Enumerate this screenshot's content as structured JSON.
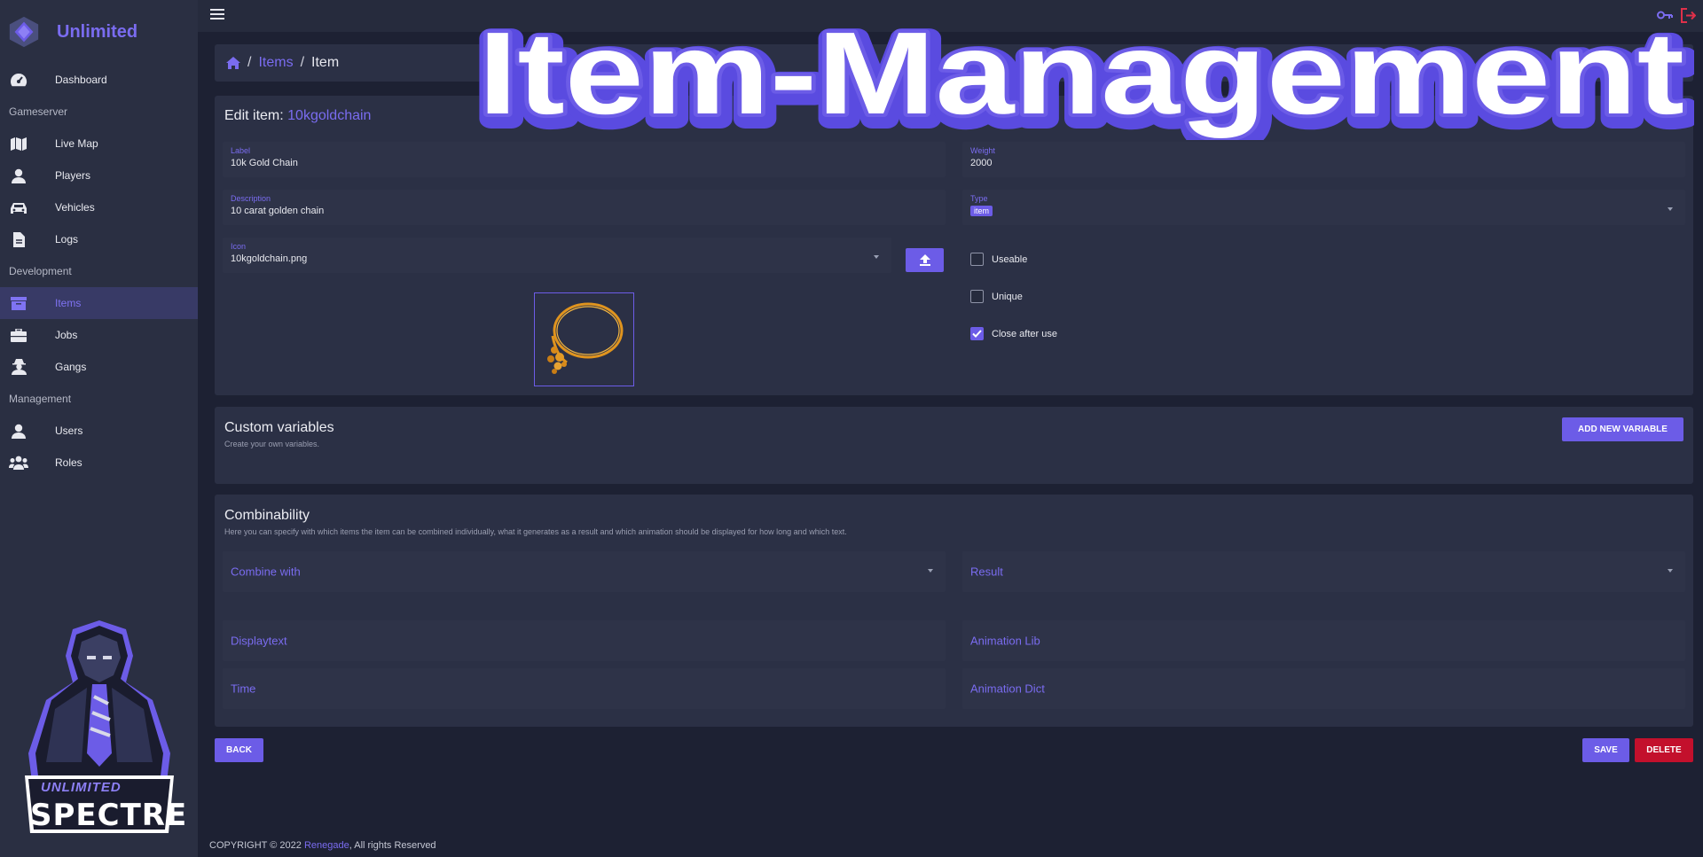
{
  "brand": {
    "name": "Unlimited"
  },
  "sidebar": {
    "items": [
      {
        "type": "link",
        "label": "Dashboard",
        "icon": "dashboard-gauge-icon"
      },
      {
        "type": "section",
        "label": "Gameserver"
      },
      {
        "type": "link",
        "label": "Live Map",
        "icon": "map-icon"
      },
      {
        "type": "link",
        "label": "Players",
        "icon": "user-icon"
      },
      {
        "type": "link",
        "label": "Vehicles",
        "icon": "car-icon"
      },
      {
        "type": "link",
        "label": "Logs",
        "icon": "file-icon"
      },
      {
        "type": "section",
        "label": "Development"
      },
      {
        "type": "link",
        "label": "Items",
        "icon": "archive-icon",
        "active": true
      },
      {
        "type": "link",
        "label": "Jobs",
        "icon": "briefcase-icon"
      },
      {
        "type": "link",
        "label": "Gangs",
        "icon": "user-secret-icon"
      },
      {
        "type": "section",
        "label": "Management"
      },
      {
        "type": "link",
        "label": "Users",
        "icon": "user-icon"
      },
      {
        "type": "link",
        "label": "Roles",
        "icon": "users-icon"
      }
    ],
    "mascot_text": {
      "line1": "UNLIMITED",
      "line2": "SPECTRE"
    }
  },
  "breadcrumb": {
    "link": "Items",
    "current": "Item",
    "separator": "/"
  },
  "banner": {
    "text": "Item-Management"
  },
  "edit": {
    "title_prefix": "Edit item:",
    "item_name": "10kgoldchain",
    "label": {
      "label": "Label",
      "value": "10k Gold Chain"
    },
    "description": {
      "label": "Description",
      "value": "10 carat golden chain"
    },
    "icon": {
      "label": "Icon",
      "value": "10kgoldchain.png"
    },
    "weight": {
      "label": "Weight",
      "value": "2000"
    },
    "type": {
      "label": "Type",
      "value": "item"
    },
    "checkboxes": {
      "useable": {
        "label": "Useable",
        "checked": false
      },
      "unique": {
        "label": "Unique",
        "checked": false
      },
      "close_after_use": {
        "label": "Close after use",
        "checked": true
      }
    }
  },
  "custom_vars": {
    "title": "Custom variables",
    "subtitle": "Create your own variables.",
    "add_button": "ADD NEW VARIABLE"
  },
  "combinability": {
    "title": "Combinability",
    "subtitle": "Here you can specify with which items the item can be combined individually, what it generates as a result and which animation should be displayed for how long and which text.",
    "combine_with": "Combine with",
    "result": "Result",
    "displaytext": "Displaytext",
    "animation_lib": "Animation Lib",
    "time": "Time",
    "animation_dict": "Animation Dict"
  },
  "actions": {
    "back": "BACK",
    "save": "SAVE",
    "delete": "DELETE"
  },
  "footer": {
    "prefix": "COPYRIGHT © 2022",
    "link": "Renegade",
    "suffix": ", All rights Reserved"
  },
  "colors": {
    "accent": "#6c5ce7",
    "accent_text": "#7a6cf0",
    "danger": "#c3102c",
    "sidebar_bg": "#2a2f42",
    "card_bg": "#2b3045",
    "page_bg": "#1d2133"
  }
}
